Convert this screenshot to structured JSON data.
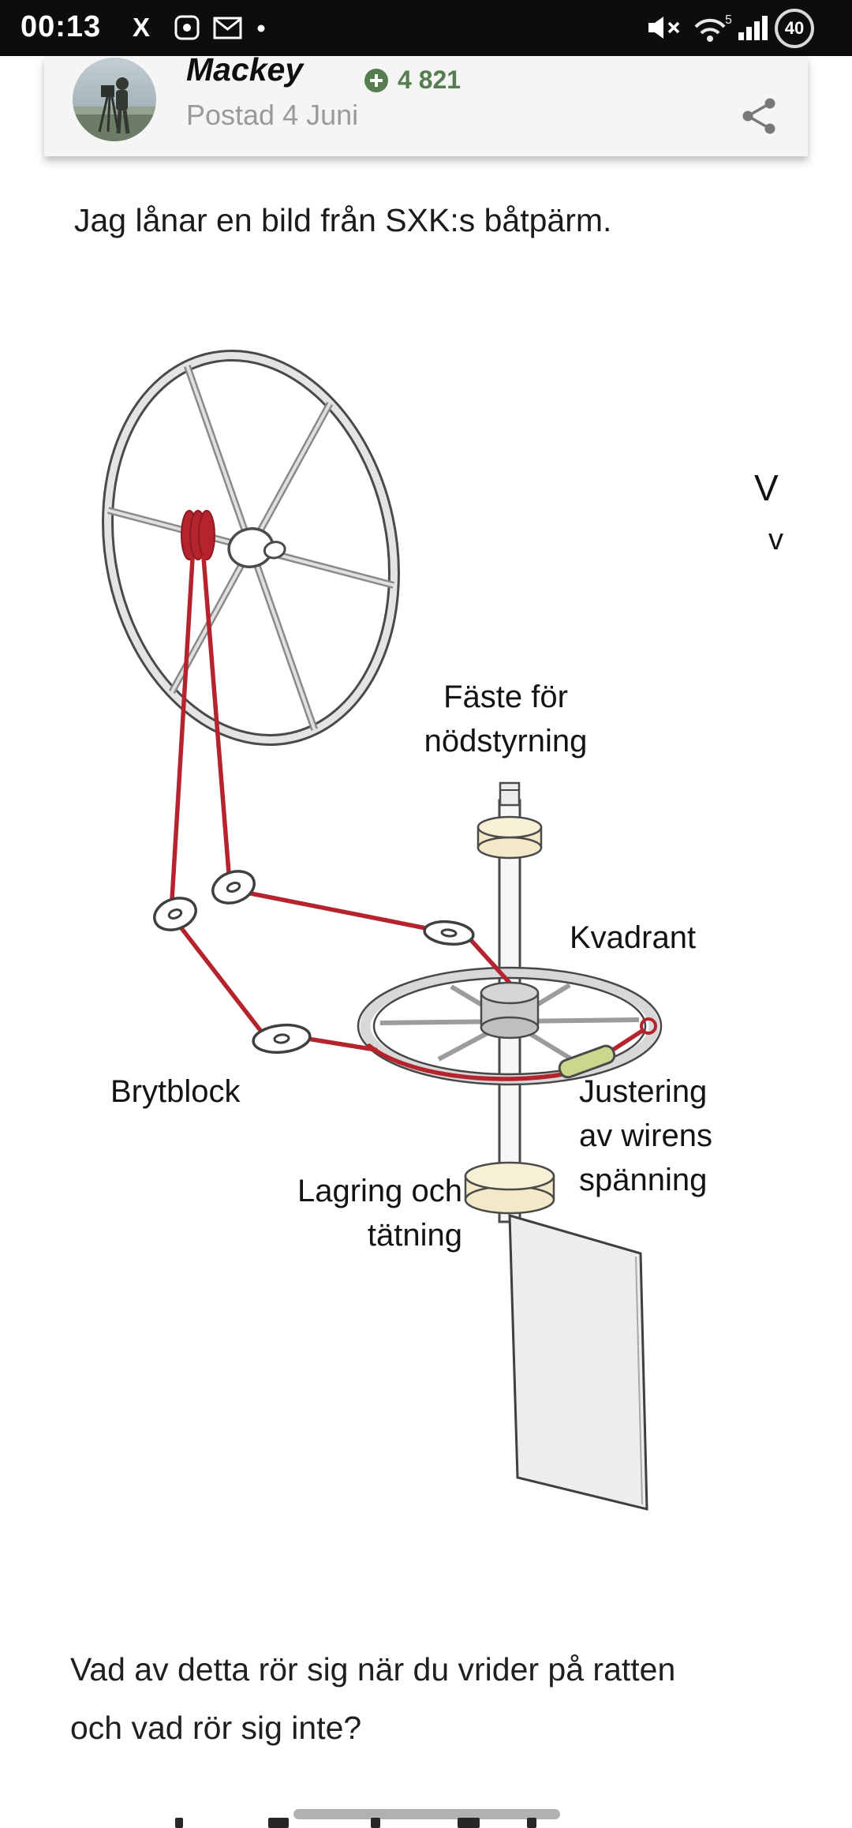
{
  "status_bar": {
    "time": "00:13",
    "x_logo": "X",
    "wifi_gen": "5",
    "battery_percent": "40"
  },
  "post_header": {
    "author": "Mackey",
    "reputation": "4 821",
    "posted": "Postad 4 Juni"
  },
  "content": {
    "intro": "Jag lånar en bild från SXK:s båtpärm.",
    "question": [
      "Vad av detta rör sig när du vrider på ratten",
      "och vad rör sig inte?"
    ]
  },
  "diagram": {
    "labels": {
      "emergency_1": "Fäste för",
      "emergency_2": "nödstyrning",
      "quadrant": "Kvadrant",
      "deflection_block": "Brytblock",
      "adjust_1": "Justering",
      "adjust_2": "av wirens",
      "adjust_3": "spänning",
      "bearing_1": "Lagring och",
      "bearing_2": "tätning",
      "edge_text_1": "V",
      "edge_text_2": "v"
    },
    "colors": {
      "wire": "#b5232d",
      "metal_light": "#e4e4e4",
      "metal_dark": "#4a4a4a",
      "collar": "#f3e9c8",
      "turnbuckle": "#ccd78d"
    }
  }
}
